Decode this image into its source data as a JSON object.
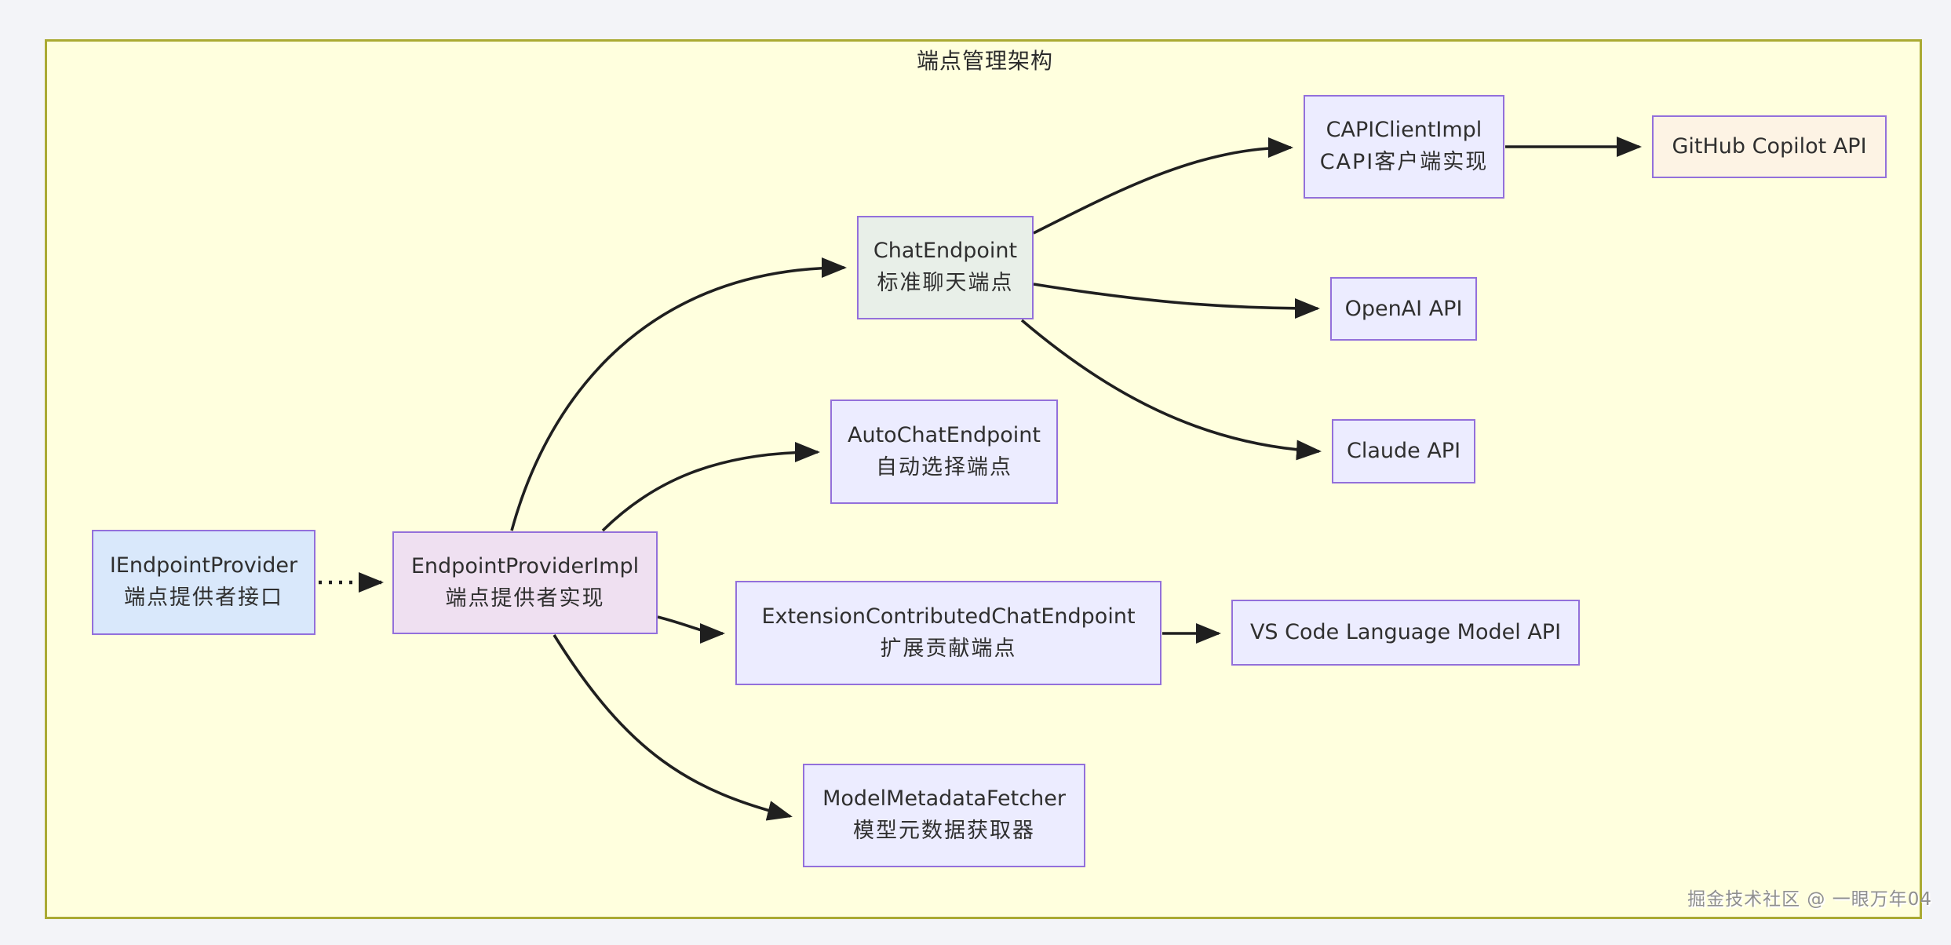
{
  "page": {
    "background": "#f3f4f8"
  },
  "diagram": {
    "title": "端点管理架构",
    "watermark": "掘金技术社区 @ 一眼万年04",
    "panel": {
      "fill": "#ffffde",
      "border": "#aaaa33"
    },
    "node_border": "#9370db",
    "edge_color": "#1f1f1f",
    "nodes": {
      "iendpointprovider": {
        "title": "IEndpointProvider",
        "subtitle": "端点提供者接口",
        "fill": "#d9e8fb"
      },
      "endpointproviderimpl": {
        "title": "EndpointProviderImpl",
        "subtitle": "端点提供者实现",
        "fill": "#efe0f1"
      },
      "chatendpoint": {
        "title": "ChatEndpoint",
        "subtitle": "标准聊天端点",
        "fill": "#e8efe8"
      },
      "autochatendpoint": {
        "title": "AutoChatEndpoint",
        "subtitle": "自动选择端点",
        "fill": "#ececff"
      },
      "extensioncontributed": {
        "title": "ExtensionContributedChatEndpoint",
        "subtitle": "扩展贡献端点",
        "fill": "#ececff"
      },
      "modelmetadatafetcher": {
        "title": "ModelMetadataFetcher",
        "subtitle": "模型元数据获取器",
        "fill": "#ececff"
      },
      "capiclientimpl": {
        "title": "CAPIClientImpl",
        "subtitle": "CAPI客户端实现",
        "fill": "#ececff"
      },
      "openai": {
        "title": "OpenAI API",
        "fill": "#ececff"
      },
      "claude": {
        "title": "Claude API",
        "fill": "#ececff"
      },
      "github": {
        "title": "GitHub Copilot API",
        "fill": "#fdf3e4"
      },
      "vscode": {
        "title": "VS Code Language Model API",
        "fill": "#ececff"
      }
    },
    "edges": [
      {
        "from": "IEndpointProvider",
        "to": "EndpointProviderImpl",
        "style": "dotted"
      },
      {
        "from": "EndpointProviderImpl",
        "to": "ChatEndpoint",
        "style": "solid"
      },
      {
        "from": "EndpointProviderImpl",
        "to": "AutoChatEndpoint",
        "style": "solid"
      },
      {
        "from": "EndpointProviderImpl",
        "to": "ExtensionContributedChatEndpoint",
        "style": "solid"
      },
      {
        "from": "EndpointProviderImpl",
        "to": "ModelMetadataFetcher",
        "style": "solid"
      },
      {
        "from": "ChatEndpoint",
        "to": "CAPIClientImpl",
        "style": "solid"
      },
      {
        "from": "ChatEndpoint",
        "to": "OpenAI API",
        "style": "solid"
      },
      {
        "from": "ChatEndpoint",
        "to": "Claude API",
        "style": "solid"
      },
      {
        "from": "CAPIClientImpl",
        "to": "GitHub Copilot API",
        "style": "solid"
      },
      {
        "from": "ExtensionContributedChatEndpoint",
        "to": "VS Code Language Model API",
        "style": "solid"
      }
    ]
  }
}
